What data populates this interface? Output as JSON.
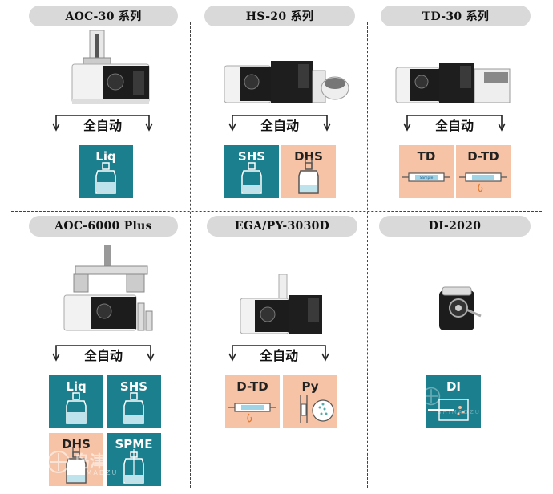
{
  "systems": [
    {
      "title": "AOC-30 系列",
      "auto": "全自动",
      "modes": [
        {
          "label": "Liq",
          "style": "teal",
          "icon": "bottle-icon"
        }
      ]
    },
    {
      "title": "HS-20 系列",
      "auto": "全自动",
      "modes": [
        {
          "label": "SHS",
          "style": "teal",
          "icon": "bottle-icon"
        },
        {
          "label": "DHS",
          "style": "peach",
          "icon": "bottle-icon"
        }
      ]
    },
    {
      "title": "TD-30 系列",
      "auto": "全自动",
      "modes": [
        {
          "label": "TD",
          "style": "peach",
          "icon": "tube-icon"
        },
        {
          "label": "D-TD",
          "style": "peach",
          "icon": "tube-icon"
        }
      ]
    },
    {
      "title": "AOC-6000 Plus",
      "auto": "全自动",
      "modes": [
        {
          "label": "Liq",
          "style": "teal",
          "icon": "bottle-icon"
        },
        {
          "label": "SHS",
          "style": "teal",
          "icon": "bottle-icon"
        },
        {
          "label": "DHS",
          "style": "peach",
          "icon": "bottle-icon"
        },
        {
          "label": "SPME",
          "style": "teal",
          "icon": "bottle-icon"
        }
      ]
    },
    {
      "title": "EGA/PY-3030D",
      "auto": "全自动",
      "modes": [
        {
          "label": "D-TD",
          "style": "peach",
          "icon": "tube-icon"
        },
        {
          "label": "Py",
          "style": "peach",
          "icon": "pyrolysis-icon"
        }
      ]
    },
    {
      "title": "DI-2020",
      "modes": [
        {
          "label": "DI",
          "style": "teal",
          "icon": "direct-inlet-icon"
        }
      ]
    }
  ],
  "tube_text": "Sample",
  "watermark": {
    "cn": "岛津",
    "en": "SHIMADZU"
  },
  "colors": {
    "teal": "#1b7f8e",
    "peach": "#f6c3a6",
    "pill": "#d9d9d9"
  }
}
